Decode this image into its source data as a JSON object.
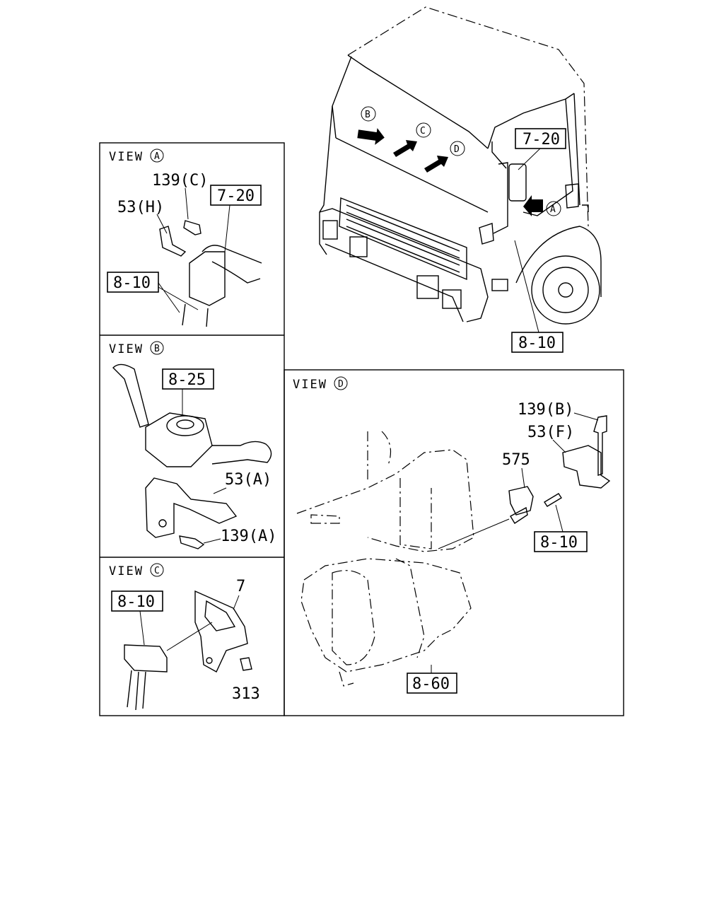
{
  "views": {
    "a": {
      "prefix": "VIEW",
      "letter": "A"
    },
    "b": {
      "prefix": "VIEW",
      "letter": "B"
    },
    "c": {
      "prefix": "VIEW",
      "letter": "C"
    },
    "d": {
      "prefix": "VIEW",
      "letter": "D"
    }
  },
  "truck": {
    "arrow_b": "B",
    "arrow_c": "C",
    "arrow_d": "D",
    "arrow_a": "A",
    "label_7_20": "7-20",
    "label_8_10": "8-10"
  },
  "view_a": {
    "label_139c": "139(C)",
    "label_53h": "53(H)",
    "label_7_20": "7-20",
    "label_8_10": "8-10"
  },
  "view_b": {
    "label_8_25": "8-25",
    "label_53a": "53(A)",
    "label_139a": "139(A)"
  },
  "view_c": {
    "label_8_10": "8-10",
    "label_7": "7",
    "label_313": "313"
  },
  "view_d": {
    "label_139b": "139(B)",
    "label_53f": "53(F)",
    "label_575": "575",
    "label_8_10": "8-10",
    "label_8_60": "8-60"
  }
}
